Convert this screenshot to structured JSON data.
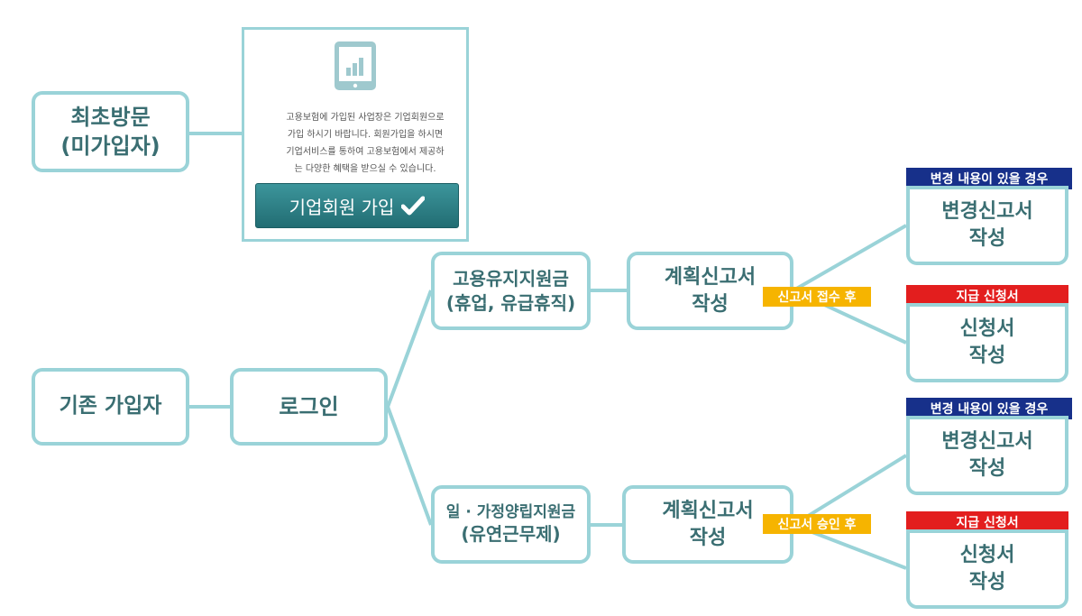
{
  "diagram": {
    "first_visit": {
      "line1": "최초방문",
      "line2": "(미가입자)"
    },
    "membership_panel": {
      "description_lines": [
        "고용보험에 가입된 사업장은 기업회원으로",
        "가입 하시기 바랍니다. 회원가입을 하시면",
        "기업서비스를 통하여 고용보험에서 제공하",
        "는 다양한 혜택을 받으실 수 있습니다."
      ],
      "join_button_label": "기업회원 가입"
    },
    "existing_member": "기존 가입자",
    "login": "로그인",
    "branch_top": {
      "line1": "고용유지지원금",
      "line2": "(휴업, 유급휴직)"
    },
    "branch_bottom": {
      "line1": "일 · 가정양립지원금",
      "line2": "(유연근무제)"
    },
    "plan_report_top": {
      "line1": "계획신고서",
      "line2": "작성"
    },
    "plan_report_bottom": {
      "line1": "계획신고서",
      "line2": "작성"
    },
    "condition_top": "신고서 접수 후",
    "condition_bottom": "신고서 승인 후",
    "change_tag": "변경 내용이 있을 경우",
    "payment_tag": "지급 신청서",
    "change_report": {
      "line1": "변경신고서",
      "line2": "작성"
    },
    "application": {
      "line1": "신청서",
      "line2": "작성"
    },
    "colors": {
      "box_border": "#9ad3d8",
      "box_text": "#3a6e72",
      "button": "#2a7c82",
      "tag_blue": "#17308a",
      "tag_red": "#e31e1e",
      "tag_yellow": "#f6b400"
    }
  }
}
